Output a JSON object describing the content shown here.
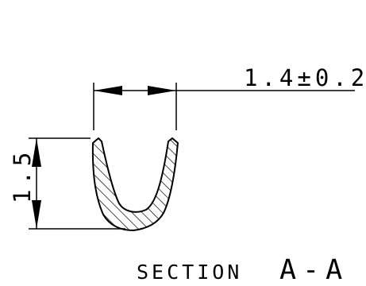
{
  "drawing": {
    "dimension_width": "1.4±0.2",
    "dimension_height": "1.5",
    "section_prefix": "SECTION",
    "section_label": "A-A"
  },
  "colors": {
    "line": "#000000",
    "background": "#ffffff"
  }
}
